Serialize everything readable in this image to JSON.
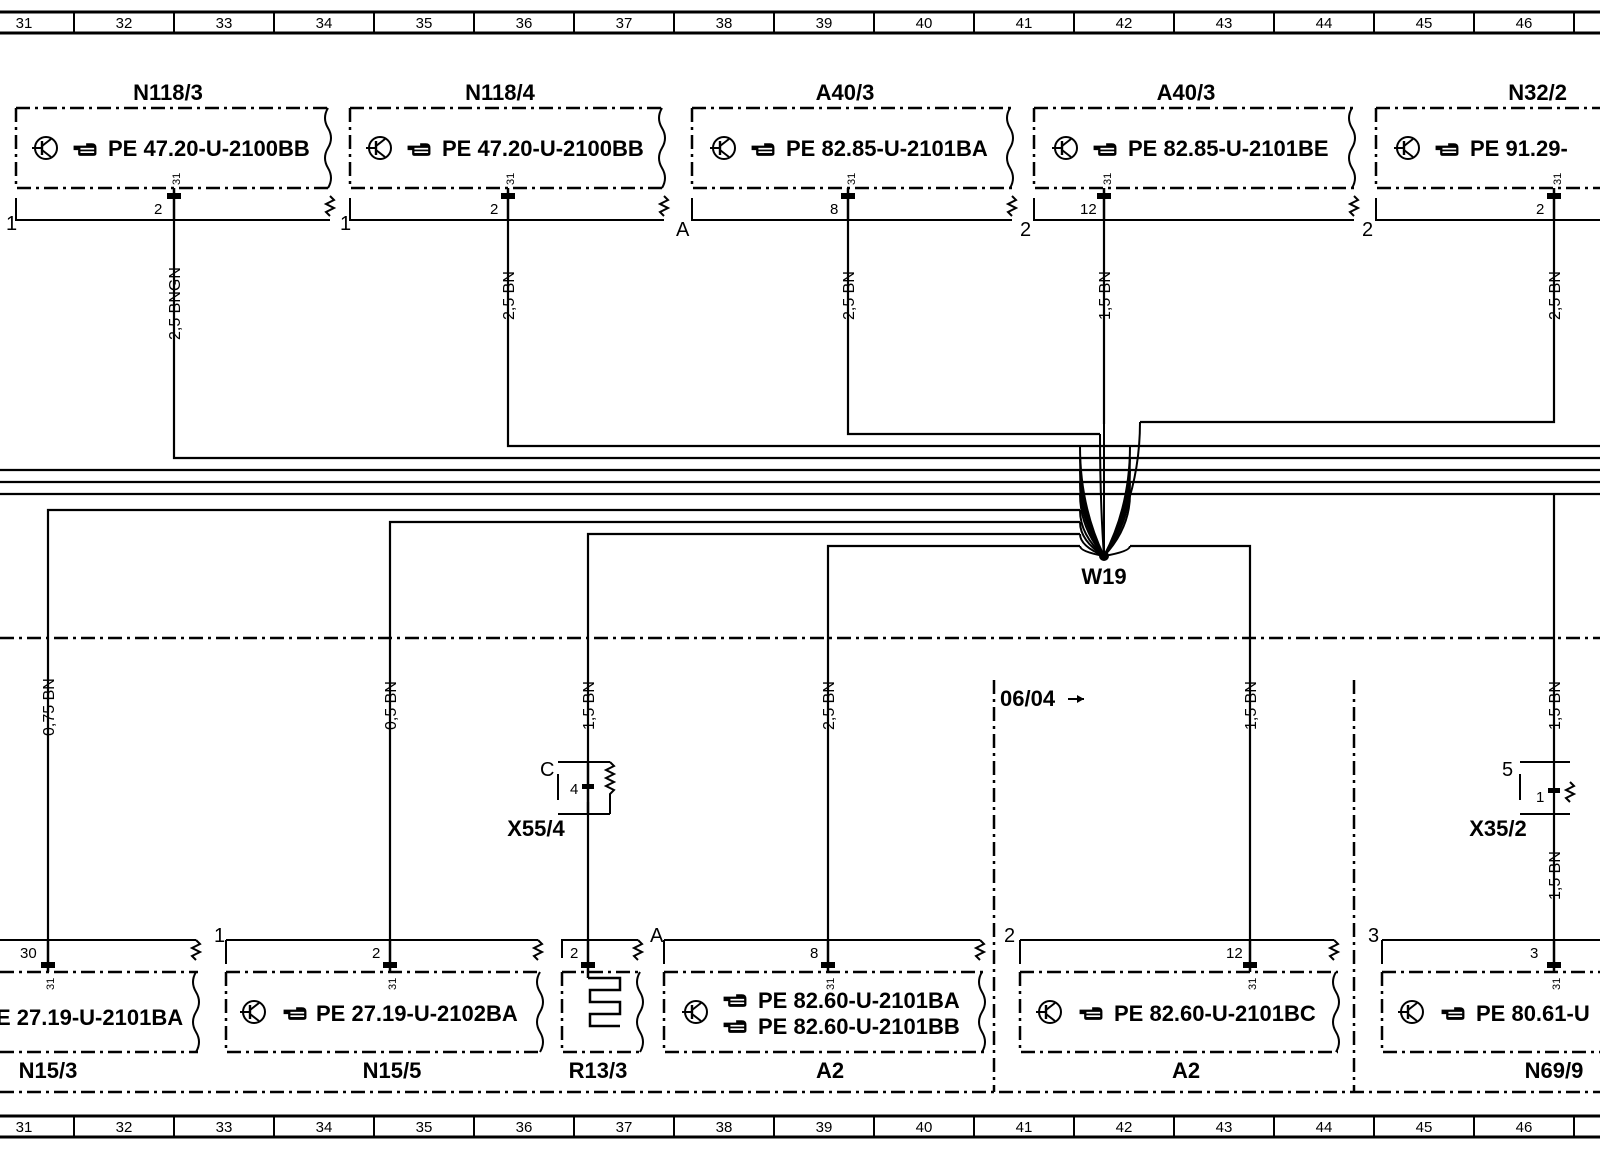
{
  "grid_numbers": [
    "31",
    "32",
    "33",
    "34",
    "35",
    "36",
    "37",
    "38",
    "39",
    "40",
    "41",
    "42",
    "43",
    "44",
    "45",
    "46"
  ],
  "splice": {
    "label": "W19"
  },
  "date_mark": {
    "label": "06/04"
  },
  "top_components": [
    {
      "id": "N118/3",
      "ref": "PE  47.20-U-2100BB",
      "pin": "2",
      "pin_sub": "31",
      "corner": "1",
      "wire": "2,5 BNGN"
    },
    {
      "id": "N118/4",
      "ref": "PE  47.20-U-2100BB",
      "pin": "2",
      "pin_sub": "31",
      "corner": "1",
      "wire": "2,5 BN"
    },
    {
      "id": "A40/3",
      "ref": "PE  82.85-U-2101BA",
      "pin": "8",
      "pin_sub": "31",
      "corner": "A",
      "wire": "2,5 BN"
    },
    {
      "id": "A40/3",
      "ref": "PE  82.85-U-2101BE",
      "pin": "12",
      "pin_sub": "31",
      "corner": "2",
      "wire": "1,5 BN"
    },
    {
      "id": "N32/2",
      "ref": "PE  91.29-",
      "pin": "2",
      "pin_sub": "31",
      "corner": "2",
      "wire": "2,5 BN"
    }
  ],
  "bottom_components": [
    {
      "id": "N15/3",
      "ref": "E  27.19-U-2101BA",
      "pin": "30",
      "pin_sub": "31",
      "corner": "",
      "wire": "0,75 BN"
    },
    {
      "id": "N15/5",
      "ref": "PE  27.19-U-2102BA",
      "pin": "2",
      "pin_sub": "31",
      "corner": "1",
      "wire": "0,5 BN"
    },
    {
      "id": "R13/3",
      "ref": "",
      "pin": "2",
      "pin_sub": "",
      "corner": "",
      "wire": "1,5 BN"
    },
    {
      "id": "A2",
      "ref": "PE  82.60-U-2101BA",
      "ref2": "PE  82.60-U-2101BB",
      "pin": "8",
      "pin_sub": "31",
      "corner": "A",
      "wire": "2,5 BN"
    },
    {
      "id": "A2",
      "ref": "PE  82.60-U-2101BC",
      "pin": "12",
      "pin_sub": "31",
      "corner": "2",
      "wire": "1,5 BN"
    },
    {
      "id": "N69/9",
      "ref": "PE  80.61-U",
      "pin": "3",
      "pin_sub": "31",
      "corner": "3",
      "wire": "1,5 BN"
    }
  ],
  "connectors": [
    {
      "id": "X55/4",
      "pin": "4",
      "corner": "C"
    },
    {
      "id": "X35/2",
      "pin": "1",
      "corner": "5",
      "wire_below": "1,5 BN"
    }
  ]
}
